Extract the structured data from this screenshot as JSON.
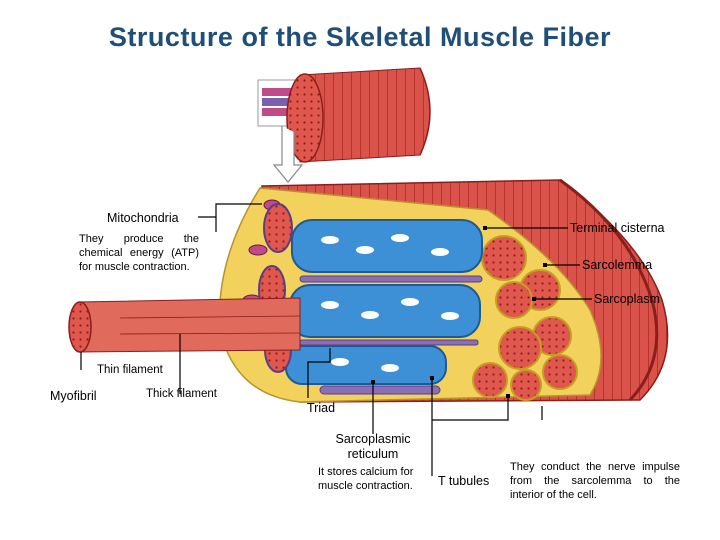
{
  "title": "Structure of the Skeletal Muscle Fiber",
  "labels": {
    "mitochondria": "Mitochondria",
    "mitochondria_desc": [
      "They produce the",
      "chemical energy (ATP)",
      "for muscle contraction."
    ],
    "terminal_cisterna": "Terminal cisterna",
    "sarcolemma": "Sarcolemma",
    "sarcoplasm": "Sarcoplasm",
    "thin_filament": "Thin filament",
    "myofibril": "Myofibril",
    "thick_filament": "Thick filament",
    "triad": "Triad",
    "sr_line1": "Sarcoplasmic",
    "sr_line2": "reticulum",
    "sr_desc": [
      "It stores calcium for",
      "muscle contraction."
    ],
    "t_tubules": "T tubules",
    "t_desc": [
      "They conduct the nerve impulse",
      "from the sarcolemma to the",
      "interior of the cell."
    ]
  },
  "colors": {
    "title": "#1f4e79",
    "muscle": "#d9534a",
    "sr_blue": "#3d8fd6",
    "sarcoplasm_yellow": "#f2d15c",
    "t_tubule_purple": "#8a6fb5"
  }
}
